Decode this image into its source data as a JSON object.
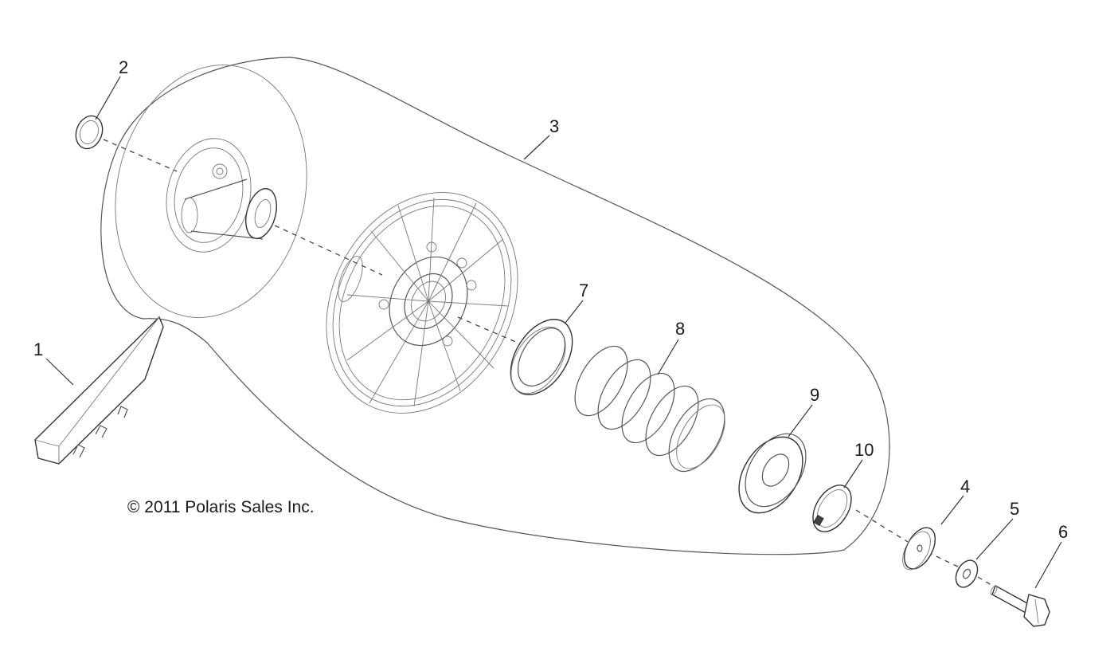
{
  "copyright": "© 2011 Polaris Sales Inc.",
  "callouts": {
    "c1": "1",
    "c2": "2",
    "c3": "3",
    "c4": "4",
    "c5": "5",
    "c6": "6",
    "c7": "7",
    "c8": "8",
    "c9": "9",
    "c10": "10"
  }
}
